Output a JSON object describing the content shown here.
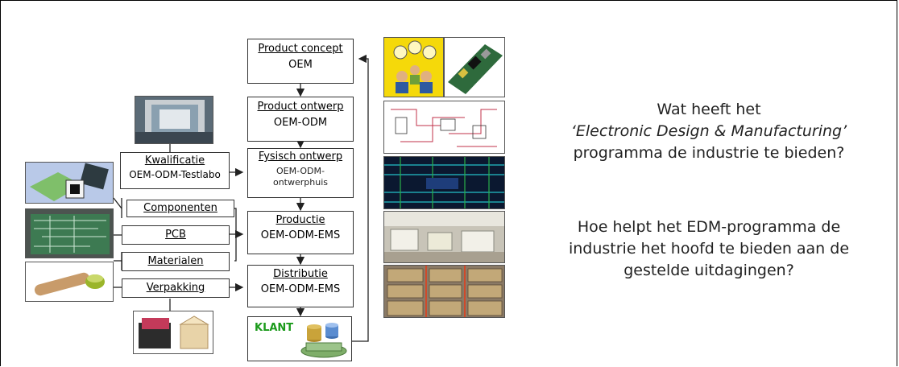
{
  "flow": {
    "concept": {
      "title": "Product concept",
      "sub": "OEM"
    },
    "ontwerp": {
      "title": "Product ontwerp",
      "sub": "OEM-ODM"
    },
    "fysisch": {
      "title": "Fysisch ontwerp",
      "sub1": "OEM-ODM-",
      "sub2": "ontwerphuis"
    },
    "productie": {
      "title": "Productie",
      "sub": "OEM-ODM-EMS"
    },
    "distributie": {
      "title": "Distributie",
      "sub": "OEM-ODM-EMS"
    },
    "klant": "KLANT"
  },
  "inputs": {
    "kwalificatie": {
      "title": "Kwalificatie",
      "sub": "OEM-ODM-Testlabo"
    },
    "componenten": "Componenten",
    "pcb": "PCB",
    "materialen": "Materialen",
    "verpakking": "Verpakking"
  },
  "side_text": {
    "q1_line1": "Wat heeft het",
    "q1_line2": "‘Electronic Design & Manufacturing’",
    "q1_line3": "programma de industrie te bieden?",
    "q2_line1": "Hoe helpt  het EDM-programma  de",
    "q2_line2": "industrie het hoofd te bieden aan de",
    "q2_line3": "gestelde uitdagingen?"
  },
  "colors": {
    "klant_green": "#1a9a1a",
    "pcb_green": "#2e7d32",
    "idea_yellow": "#f5d90a",
    "gray_text": "#222222"
  },
  "icons": [
    "lightbulb-ideas-photo",
    "circuit-board-photo",
    "schematic-photo",
    "pcb-layout-photo",
    "factory-line-photo",
    "warehouse-photo",
    "test-chamber-photo",
    "chips-photo",
    "bare-pcb-photo",
    "materials-photo",
    "packaging-photo",
    "money-coins-icon"
  ]
}
